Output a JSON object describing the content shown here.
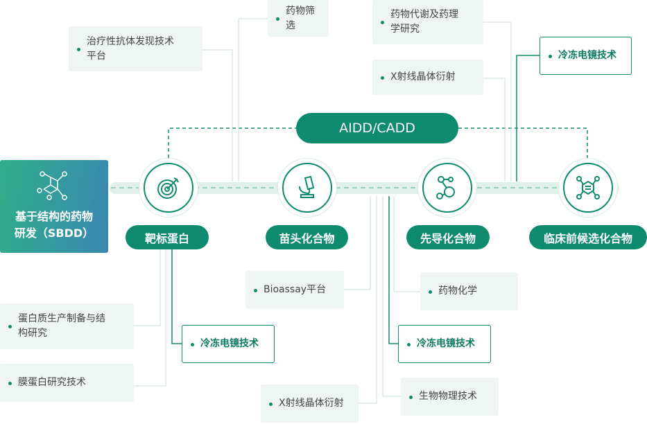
{
  "center": {
    "label": "AIDD/CADD"
  },
  "start": {
    "label_line1": "基于结构的药物",
    "label_line2": "研发（SBDD）"
  },
  "stages": [
    {
      "label": "靶标蛋白",
      "icon": "target-icon"
    },
    {
      "label": "苗头化合物",
      "icon": "microscope-icon"
    },
    {
      "label": "先导化合物",
      "icon": "molecule-icon"
    },
    {
      "label": "临床前候选化合物",
      "icon": "compound-icon"
    }
  ],
  "top_boxes": [
    "治疗性抗体发现技术平台",
    "药物筛选",
    "药物代谢及药理学研究",
    "X射线晶体衍射",
    "冷冻电镜技术"
  ],
  "bottom_boxes": [
    "蛋白质生产制备与结构研究",
    "冷冻电镜技术",
    "膜蛋白研究技术",
    "Bioassay平台",
    "药物化学",
    "冷冻电镜技术",
    "生物物理技术",
    "X射线晶体衍射"
  ],
  "colors": {
    "primary": "#0e8a6e",
    "light": "#eff5f2"
  }
}
